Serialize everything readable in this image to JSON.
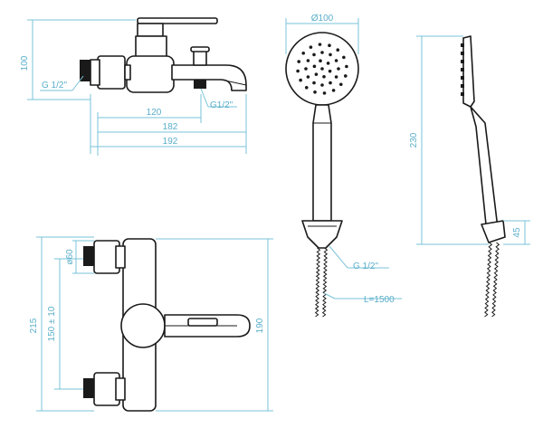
{
  "labels": {
    "top_height": "100",
    "top_thread": "G 1/2\"",
    "spout_thread": "G1/2\"",
    "width_120": "120",
    "width_182": "182",
    "width_192": "192",
    "head_diameter": "Ø100",
    "shower_length": "230",
    "holder_height": "45",
    "hose_thread": "G 1/2\"",
    "hose_length": "L=1500",
    "inlet_diameter": "ø60",
    "total_height": "215",
    "center_distance": "150 ± 10",
    "front_height": "190"
  },
  "colors": {
    "dimension": "#5aaec9",
    "outline": "#1a1a1a"
  }
}
